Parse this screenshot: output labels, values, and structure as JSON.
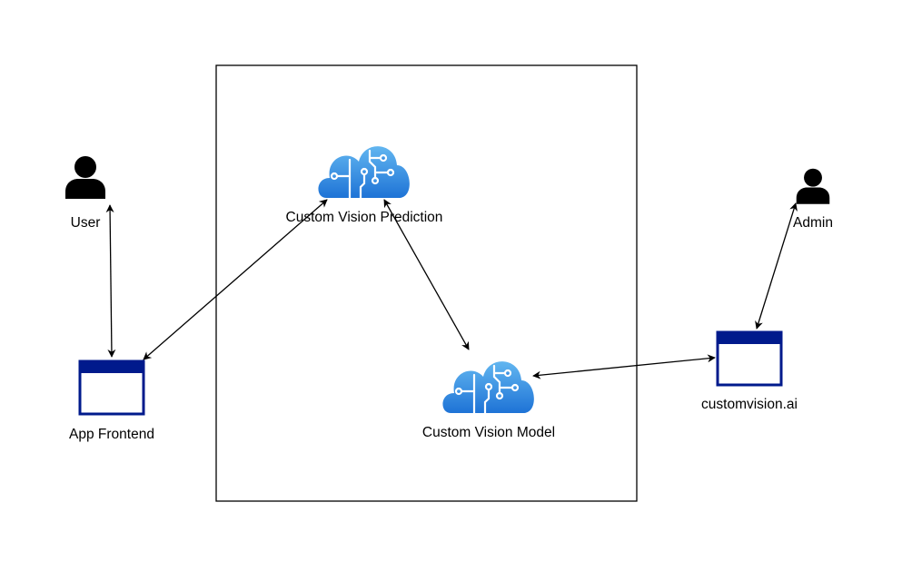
{
  "colors": {
    "line": "#000000",
    "window_frame": "#001a8c",
    "cloud_light": "#62b6f0",
    "cloud_dark": "#1e73d6",
    "circuit": "#ffffff"
  },
  "nodes": {
    "user": {
      "label": "User",
      "icon": "person-icon"
    },
    "admin": {
      "label": "Admin",
      "icon": "person-icon"
    },
    "app_frontend": {
      "label": "App Frontend",
      "icon": "browser-window-icon"
    },
    "customvision_ai": {
      "label": "customvision.ai",
      "icon": "browser-window-icon"
    },
    "prediction": {
      "label": "Custom Vision Prediction",
      "icon": "cognitive-cloud-icon"
    },
    "model": {
      "label": "Custom Vision Model",
      "icon": "cognitive-cloud-icon"
    }
  },
  "edges": [
    {
      "from": "user",
      "to": "app_frontend",
      "arrows": "both"
    },
    {
      "from": "app_frontend",
      "to": "prediction",
      "arrows": "both"
    },
    {
      "from": "prediction",
      "to": "model",
      "arrows": "both"
    },
    {
      "from": "model",
      "to": "customvision_ai",
      "arrows": "both"
    },
    {
      "from": "customvision_ai",
      "to": "admin",
      "arrows": "both"
    }
  ]
}
